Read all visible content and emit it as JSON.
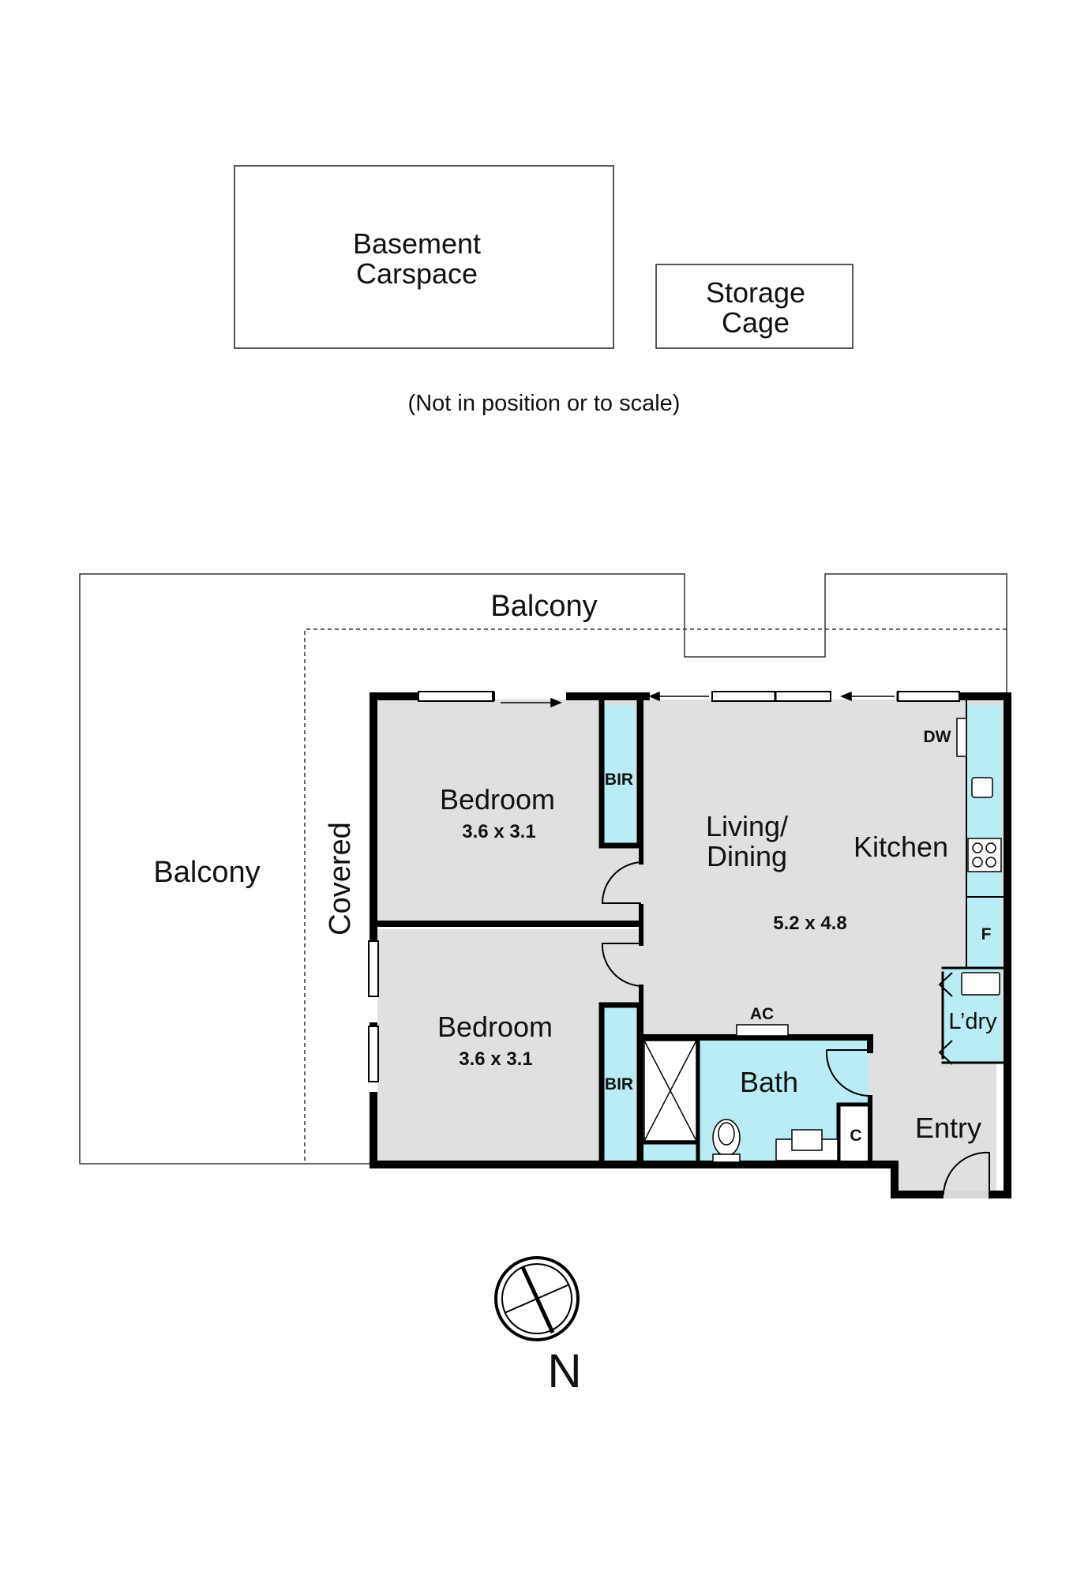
{
  "outbuildings": {
    "carspace": "Basement Carspace",
    "storage": "Storage Cage",
    "note": "(Not in position or to scale)"
  },
  "balcony": {
    "top_label": "Balcony",
    "left_label": "Balcony",
    "covered_label": "Covered"
  },
  "rooms": {
    "bedroom1": {
      "name": "Bedroom",
      "size": "3.6 x 3.1"
    },
    "bedroom2": {
      "name": "Bedroom",
      "size": "3.6 x 3.1"
    },
    "bir1": "BIR",
    "bir2": "BIR",
    "living_line1": "Living/",
    "living_line2": "Dining",
    "living_size": "5.2 x 4.8",
    "kitchen": "Kitchen",
    "bath": "Bath",
    "laundry": "L’dry",
    "entry": "Entry"
  },
  "fixtures": {
    "dishwasher": "DW",
    "fridge": "F",
    "air_con": "AC",
    "cupboard": "C"
  },
  "compass": {
    "north_label": "N"
  },
  "colors": {
    "room_fill": "#e0e0e0",
    "wet_area_fill": "#b9ecf4",
    "wall": "#000000"
  }
}
